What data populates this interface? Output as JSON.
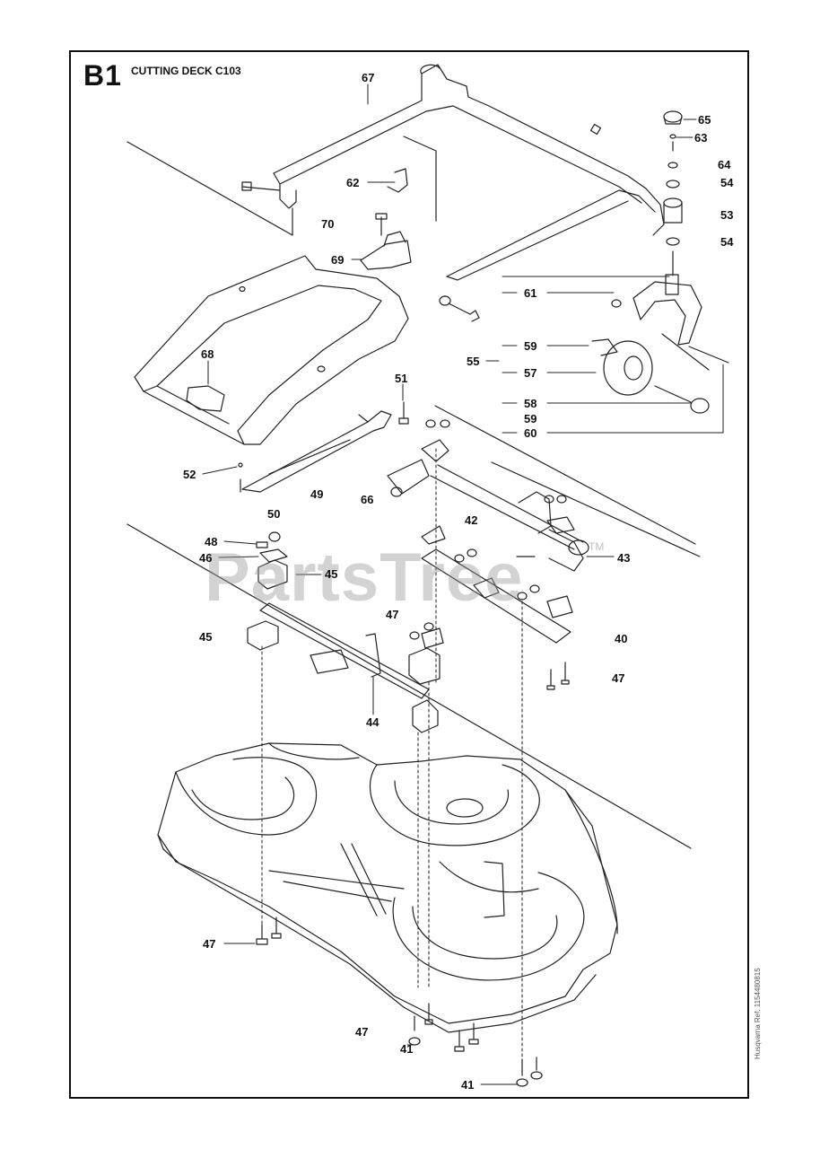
{
  "sheet": {
    "code": "B1",
    "title": "CUTTING DECK C103",
    "document_ref": "Husqvarna Ref. 1154480815"
  },
  "watermark": {
    "text": "PartsTree",
    "tm": "TM"
  },
  "callouts": [
    {
      "id": "c67",
      "label": "67"
    },
    {
      "id": "c65",
      "label": "65"
    },
    {
      "id": "c63",
      "label": "63"
    },
    {
      "id": "c64",
      "label": "64"
    },
    {
      "id": "c54a",
      "label": "54"
    },
    {
      "id": "c53",
      "label": "53"
    },
    {
      "id": "c54b",
      "label": "54"
    },
    {
      "id": "c62",
      "label": "62"
    },
    {
      "id": "c70",
      "label": "70"
    },
    {
      "id": "c69",
      "label": "69"
    },
    {
      "id": "c61",
      "label": "61"
    },
    {
      "id": "c68",
      "label": "68"
    },
    {
      "id": "c59a",
      "label": "59"
    },
    {
      "id": "c55",
      "label": "55"
    },
    {
      "id": "c57",
      "label": "57"
    },
    {
      "id": "c51",
      "label": "51"
    },
    {
      "id": "c58",
      "label": "58"
    },
    {
      "id": "c59b",
      "label": "59"
    },
    {
      "id": "c60",
      "label": "60"
    },
    {
      "id": "c52",
      "label": "52"
    },
    {
      "id": "c49",
      "label": "49"
    },
    {
      "id": "c66",
      "label": "66"
    },
    {
      "id": "c50",
      "label": "50"
    },
    {
      "id": "c42",
      "label": "42"
    },
    {
      "id": "c48",
      "label": "48"
    },
    {
      "id": "c46",
      "label": "46"
    },
    {
      "id": "c45a",
      "label": "45"
    },
    {
      "id": "c43",
      "label": "43"
    },
    {
      "id": "c47a",
      "label": "47"
    },
    {
      "id": "c45b",
      "label": "45"
    },
    {
      "id": "c40",
      "label": "40"
    },
    {
      "id": "c47b",
      "label": "47"
    },
    {
      "id": "c44",
      "label": "44"
    },
    {
      "id": "c47c",
      "label": "47"
    },
    {
      "id": "c47d",
      "label": "47"
    },
    {
      "id": "c41a",
      "label": "41"
    },
    {
      "id": "c41b",
      "label": "41"
    }
  ]
}
